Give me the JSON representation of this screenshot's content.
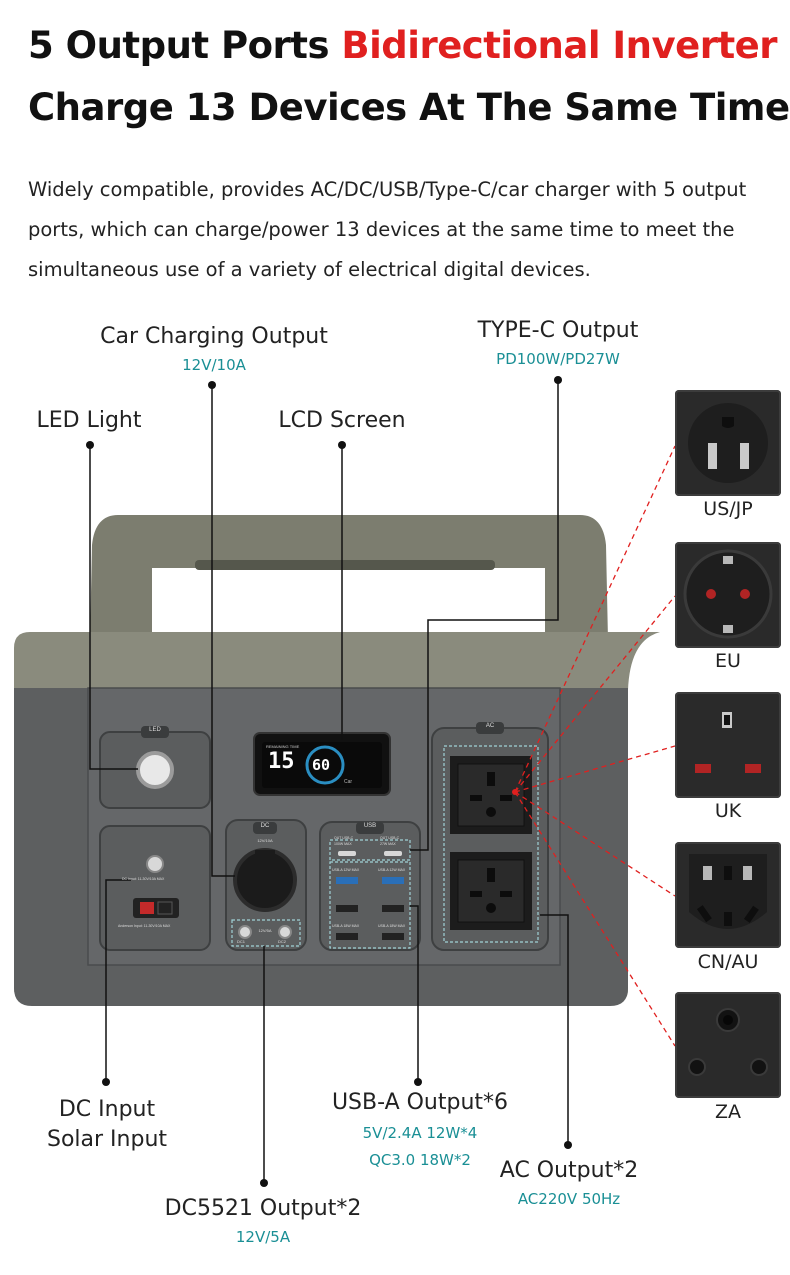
{
  "header": {
    "title_part1": "5 Output Ports ",
    "title_highlight": "Bidirectional Inverter",
    "title_line2": "Charge 13 Devices At The Same Time",
    "description": "Widely compatible, provides AC/DC/USB/Type-C/car charger with 5 output ports, which can charge/power 13 devices at the same time to meet the simultaneous use of a variety of electrical digital devices."
  },
  "callouts": {
    "car": {
      "label": "Car Charging Output",
      "spec": "12V/10A"
    },
    "typec": {
      "label": "TYPE-C Output",
      "spec": "PD100W/PD27W"
    },
    "led": {
      "label": "LED Light"
    },
    "lcd": {
      "label": "LCD Screen"
    },
    "dc_input": {
      "line1": "DC Input",
      "line2": "Solar Input"
    },
    "usba": {
      "label": "USB-A Output*6",
      "spec1": "5V/2.4A 12W*4",
      "spec2": "QC3.0 18W*2"
    },
    "ac": {
      "label": "AC Output*2",
      "spec": "AC220V 50Hz"
    },
    "dc5521": {
      "label": "DC5521 Output*2",
      "spec": "12V/5A"
    }
  },
  "sockets": [
    {
      "name": "US/JP",
      "icon": "us-jp-socket-icon"
    },
    {
      "name": "EU",
      "icon": "eu-socket-icon"
    },
    {
      "name": "UK",
      "icon": "uk-socket-icon"
    },
    {
      "name": "CN/AU",
      "icon": "cn-au-socket-icon"
    },
    {
      "name": "ZA",
      "icon": "za-socket-icon"
    }
  ],
  "panel": {
    "led_tag": "LED",
    "dc_tag": "DC",
    "usb_tag": "USB",
    "ac_tag": "AC",
    "lcd_remaining": "REMAINING TIME",
    "lcd_hours": "15",
    "lcd_percent": "60",
    "lcd_car": "Car",
    "dc_input_text": "DC Input: 11-30V/10A MAX",
    "anderson_text": "Anderson Input: 11-30V/10A MAX",
    "car_rating": "12V/10A",
    "dc5521_rating": "12V/5A",
    "dc1": "DC1",
    "dc2": "DC2",
    "usbc1": "OUT USB-C",
    "usbc1_rating": "100W MAX",
    "usbc2": "OUT USB-C",
    "usbc2_rating": "27W MAX",
    "usba_12w": "USB-A 12W MAX",
    "usba_18w": "USB-A 18W MAX"
  },
  "colors": {
    "accent_red": "#e0201f",
    "spec_teal": "#1a8f95",
    "body_top": "#8a8b7d",
    "body_front": "#5d5f60"
  }
}
